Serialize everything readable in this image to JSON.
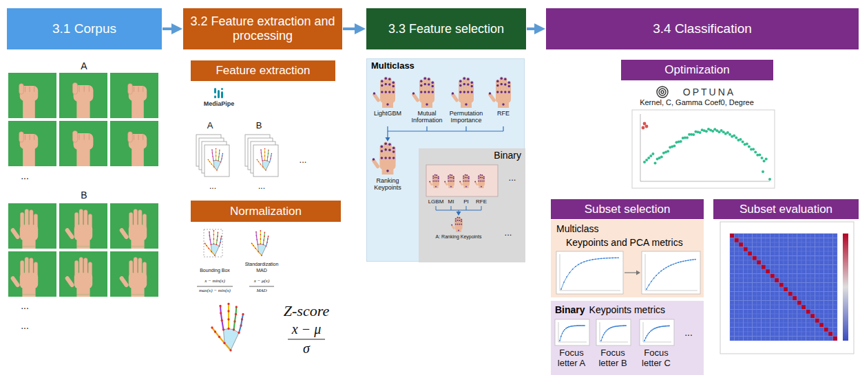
{
  "diagram": {
    "nodes": [
      {
        "text": [
          "3.1 Corpus"
        ]
      },
      {
        "text": [
          "3.2 Feature extraction and processing"
        ]
      },
      {
        "text": [
          "3.3 Feature selection"
        ]
      },
      {
        "text": [
          "3.4 Classification"
        ]
      },
      {
        "text": [
          "Feature extraction"
        ]
      },
      {
        "text": [
          "Normalization"
        ]
      },
      {
        "text": [
          "Multiclass"
        ]
      },
      {
        "text": [
          "Binary"
        ],
        "in": 6
      },
      {
        "text": [
          "Optimization"
        ]
      },
      {
        "text": [
          "Subset selection"
        ]
      },
      {
        "text": [
          "Multiclass",
          "Keypoints and PCA metrics"
        ]
      },
      {
        "text": [
          "Binary",
          "Keypoints metrics"
        ]
      },
      {
        "text": [
          "Subset evaluation"
        ]
      }
    ],
    "edges": [
      {
        "from": 0,
        "to": 1,
        "arrow": "to"
      },
      {
        "from": 1,
        "to": 2,
        "arrow": "to"
      },
      {
        "from": 2,
        "to": 3,
        "arrow": "to"
      }
    ],
    "labels": [
      "A",
      "...",
      "B",
      "...",
      "...",
      "MediaPipe",
      "A",
      "B",
      "...",
      "...",
      "...",
      "Bounding Box",
      "x − min(x)",
      "max(x) − min(x)",
      "Standardization",
      "MAD",
      "x − μ(x)",
      "MAD",
      "Z-score",
      "x − μ",
      "σ",
      "LightGBM",
      "Mutual Information",
      "Permutation Importance",
      "RFE",
      "Ranking Keypoints",
      "LGBM",
      "MI",
      "PI",
      "RFE",
      "A: Ranking Keypoints",
      "...",
      "...",
      "OPTUNA",
      "Kernel, C, Gamma Coef0, Degree",
      "Focus letter A",
      "Focus letter B",
      "Focus letter C",
      "..."
    ]
  }
}
